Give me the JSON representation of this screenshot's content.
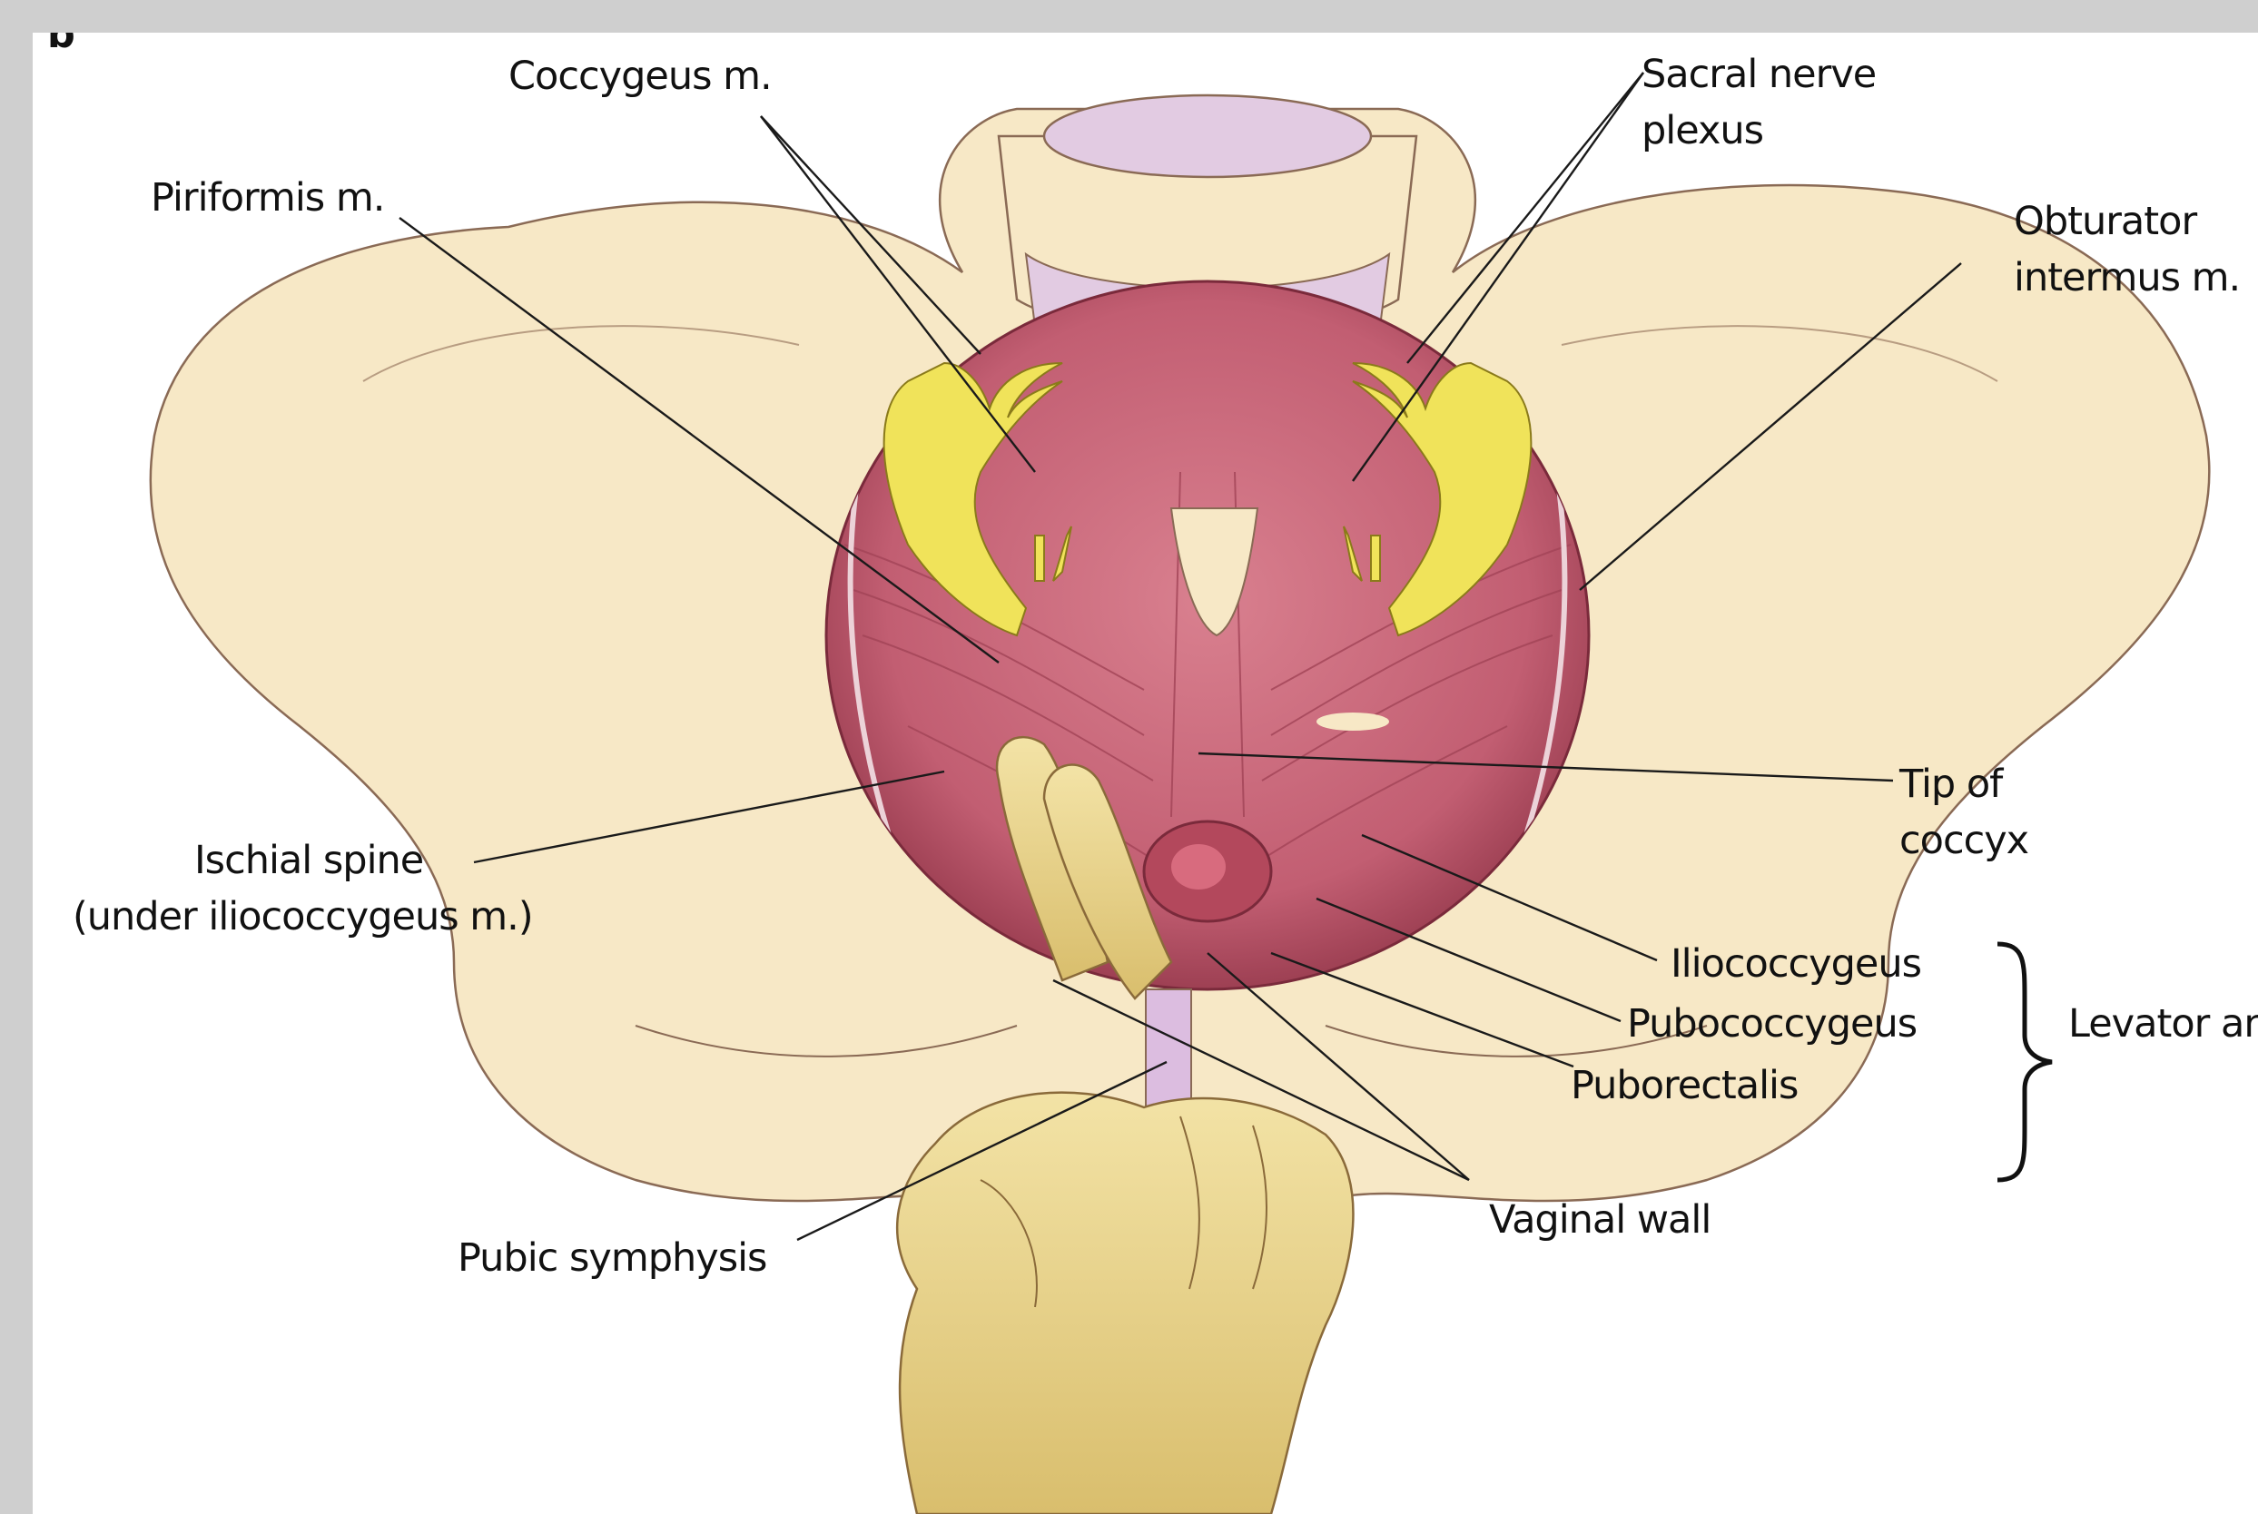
{
  "figure": {
    "panel_letter": "b",
    "labels": {
      "coccygeus": "Coccygeus m.",
      "piriformis": "Piriformis m.",
      "sacral_1": "Sacral nerve",
      "sacral_2": "plexus",
      "obturator_1": "Obturator",
      "obturator_2": "intermus m.",
      "ischial_1": "Ischial spine",
      "ischial_2": "(under iliococcygeus m.)",
      "tip_1": "Tip of",
      "tip_2": "coccyx",
      "iliococcygeus": "Iliococcygeus",
      "pubococcygeus": "Pubococcygeus",
      "puborectalis": "Puborectalis",
      "levator": "Levator an",
      "vaginal_wall": "Vaginal wall",
      "pubic_symphysis": "Pubic symphysis"
    }
  },
  "colors": {
    "background_gray": "#cfcfcf",
    "bone": "#f7e8c6",
    "bone_outline": "#8a6a55",
    "muscle": "#c8697a",
    "muscle_dark": "#8f3447",
    "nerve": "#f0e35a",
    "cartilage": "#dcbde0",
    "skin": "#e9d593"
  }
}
